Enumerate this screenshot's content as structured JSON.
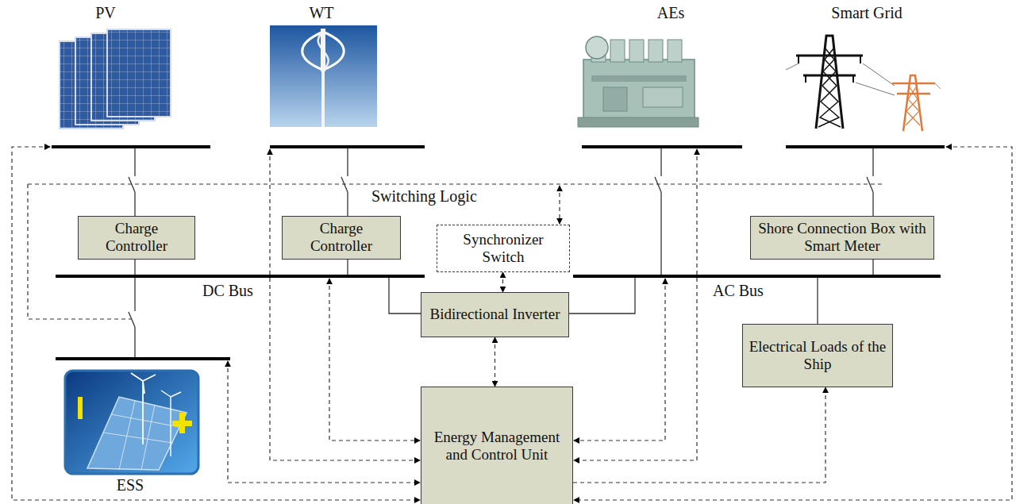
{
  "diagram": {
    "nodes": [
      {
        "text": [
          "Charge Controller"
        ]
      },
      {
        "text": [
          "Charge Controller"
        ]
      },
      {
        "text": [
          "Synchronizer Switch"
        ]
      },
      {
        "text": [
          "Shore Connection Box with Smart Meter"
        ]
      },
      {
        "text": [
          "Bidirectional Inverter"
        ]
      },
      {
        "text": [
          "Electrical Loads of the Ship"
        ]
      },
      {
        "text": [
          "Energy Management and Control Unit"
        ]
      }
    ],
    "edges": [
      {
        "from": 2,
        "to": 4,
        "arrow": "both"
      },
      {
        "from": 4,
        "to": 6,
        "arrow": "both"
      },
      {
        "from": 6,
        "to": 5,
        "arrow": "to"
      }
    ],
    "labels": [
      "PV",
      "WT",
      "AEs",
      "Smart Grid",
      "Switching Logic",
      "DC Bus",
      "AC Bus",
      "ESS"
    ]
  }
}
